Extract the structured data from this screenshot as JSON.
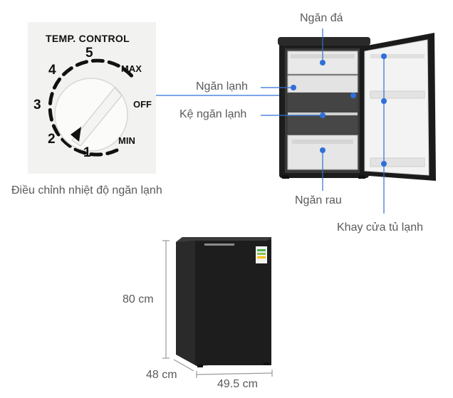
{
  "thermostat": {
    "title": "TEMP. CONTROL",
    "numbers": [
      "5",
      "4",
      "3",
      "2",
      "1"
    ],
    "max_label": "MAX",
    "off_label": "OFF",
    "min_label": "MIN",
    "caption": "Điều chỉnh nhiệt độ ngăn lạnh"
  },
  "fridge_parts": {
    "ice": "Ngăn đá",
    "cold": "Ngăn lạnh",
    "shelf": "Kệ ngăn lạnh",
    "veg": "Ngăn rau",
    "door_tray": "Khay cửa tủ lạnh"
  },
  "dimensions": {
    "height": "80 cm",
    "depth": "48 cm",
    "width": "49.5 cm"
  },
  "colors": {
    "accent": "#2f6fd8",
    "fridge_body": "#1d1d1d"
  }
}
